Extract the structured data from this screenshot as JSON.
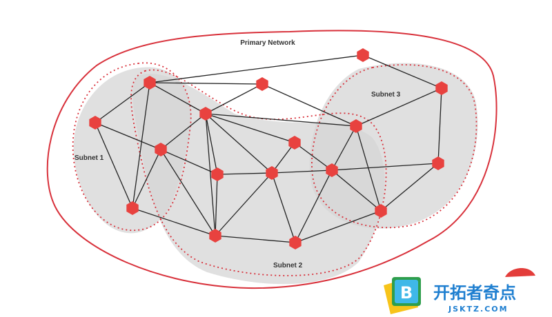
{
  "diagram": {
    "title": "Primary Network",
    "subnet_labels": [
      "Subnet 1",
      "Subnet 2",
      "Subnet 3"
    ],
    "colors": {
      "outline": "#d8303a",
      "node": "#e8423f",
      "edge": "#222222",
      "subnet_fill": "#d6d6d6"
    }
  },
  "watermark": {
    "logo_letter": "B",
    "name": "开拓者奇点",
    "domain": "JSKTZ.COM"
  }
}
